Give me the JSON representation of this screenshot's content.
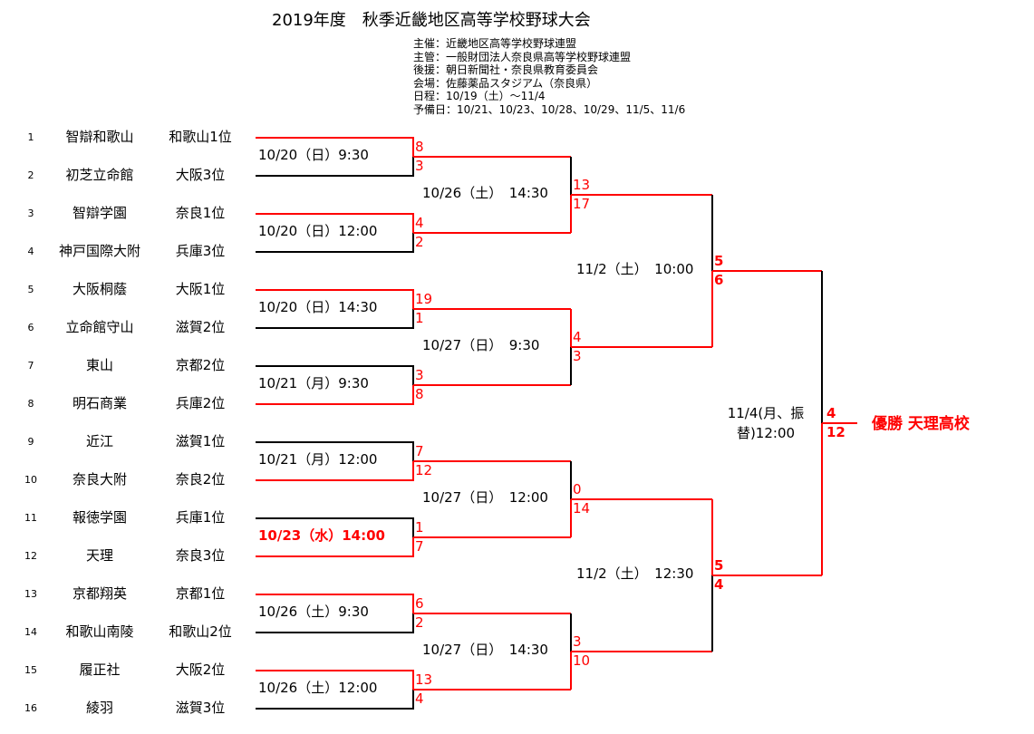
{
  "title": "2019年度　秋季近畿地区高等学校野球大会",
  "info": [
    "主催：近畿地区高等学校野球連盟",
    "主管：一般財団法人奈良県高等学校野球連盟",
    "後援：朝日新聞社・奈良県教育委員会",
    "会場：佐藤薬品スタジアム（奈良県）",
    "日程：10/19（土）～11/4",
    "予備日：10/21、10/23、10/28、10/29、11/5、11/6"
  ],
  "teams": [
    {
      "no": "1",
      "name": "智辯和歌山",
      "seed": "和歌山1位"
    },
    {
      "no": "2",
      "name": "初芝立命館",
      "seed": "大阪3位"
    },
    {
      "no": "3",
      "name": "智辯学園",
      "seed": "奈良1位"
    },
    {
      "no": "4",
      "name": "神戸国際大附",
      "seed": "兵庫3位"
    },
    {
      "no": "5",
      "name": "大阪桐蔭",
      "seed": "大阪1位"
    },
    {
      "no": "6",
      "name": "立命館守山",
      "seed": "滋賀2位"
    },
    {
      "no": "7",
      "name": "東山",
      "seed": "京都2位"
    },
    {
      "no": "8",
      "name": "明石商業",
      "seed": "兵庫2位"
    },
    {
      "no": "9",
      "name": "近江",
      "seed": "滋賀1位"
    },
    {
      "no": "10",
      "name": "奈良大附",
      "seed": "奈良2位"
    },
    {
      "no": "11",
      "name": "報徳学園",
      "seed": "兵庫1位"
    },
    {
      "no": "12",
      "name": "天理",
      "seed": "奈良3位"
    },
    {
      "no": "13",
      "name": "京都翔英",
      "seed": "京都1位"
    },
    {
      "no": "14",
      "name": "和歌山南陵",
      "seed": "和歌山2位"
    },
    {
      "no": "15",
      "name": "履正社",
      "seed": "大阪2位"
    },
    {
      "no": "16",
      "name": "綾羽",
      "seed": "滋賀3位"
    }
  ],
  "round1": [
    {
      "date": "10/20（日）9:30",
      "top": "8",
      "bottom": "3",
      "winner": "top"
    },
    {
      "date": "10/20（日）12:00",
      "top": "4",
      "bottom": "2",
      "winner": "top"
    },
    {
      "date": "10/20（日）14:30",
      "top": "19",
      "bottom": "1",
      "winner": "top"
    },
    {
      "date": "10/21（月）9:30",
      "top": "3",
      "bottom": "8",
      "winner": "bottom"
    },
    {
      "date": "10/21（月）12:00",
      "top": "7",
      "bottom": "12",
      "winner": "bottom"
    },
    {
      "date": "10/23（水）14:00",
      "top": "1",
      "bottom": "7",
      "winner": "bottom",
      "highlight": true
    },
    {
      "date": "10/26（土）9:30",
      "top": "6",
      "bottom": "2",
      "winner": "top"
    },
    {
      "date": "10/26（土）12:00",
      "top": "13",
      "bottom": "4",
      "winner": "top"
    }
  ],
  "quarterfinals": [
    {
      "date": "10/26（土）　14:30",
      "top": "13",
      "bottom": "17",
      "winner": "bottom"
    },
    {
      "date": "10/27（日）　9:30",
      "top": "4",
      "bottom": "3",
      "winner": "top"
    },
    {
      "date": "10/27（日）　12:00",
      "top": "0",
      "bottom": "14",
      "winner": "bottom"
    },
    {
      "date": "10/27（日）　14:30",
      "top": "3",
      "bottom": "10",
      "winner": "bottom"
    }
  ],
  "semifinals": [
    {
      "date": "11/2（土）　10:00",
      "top": "5",
      "bottom": "6",
      "winner": "bottom"
    },
    {
      "date": "11/2（土）　12:30",
      "top": "5",
      "bottom": "4",
      "winner": "top"
    }
  ],
  "final": {
    "date": "11/4(月、振替)12:00",
    "top": "4",
    "bottom": "12",
    "winner": "bottom"
  },
  "champion": "優勝 天理高校",
  "colors": {
    "winner_line": "#ff0000",
    "line": "#000000",
    "score": "#ff0000"
  }
}
